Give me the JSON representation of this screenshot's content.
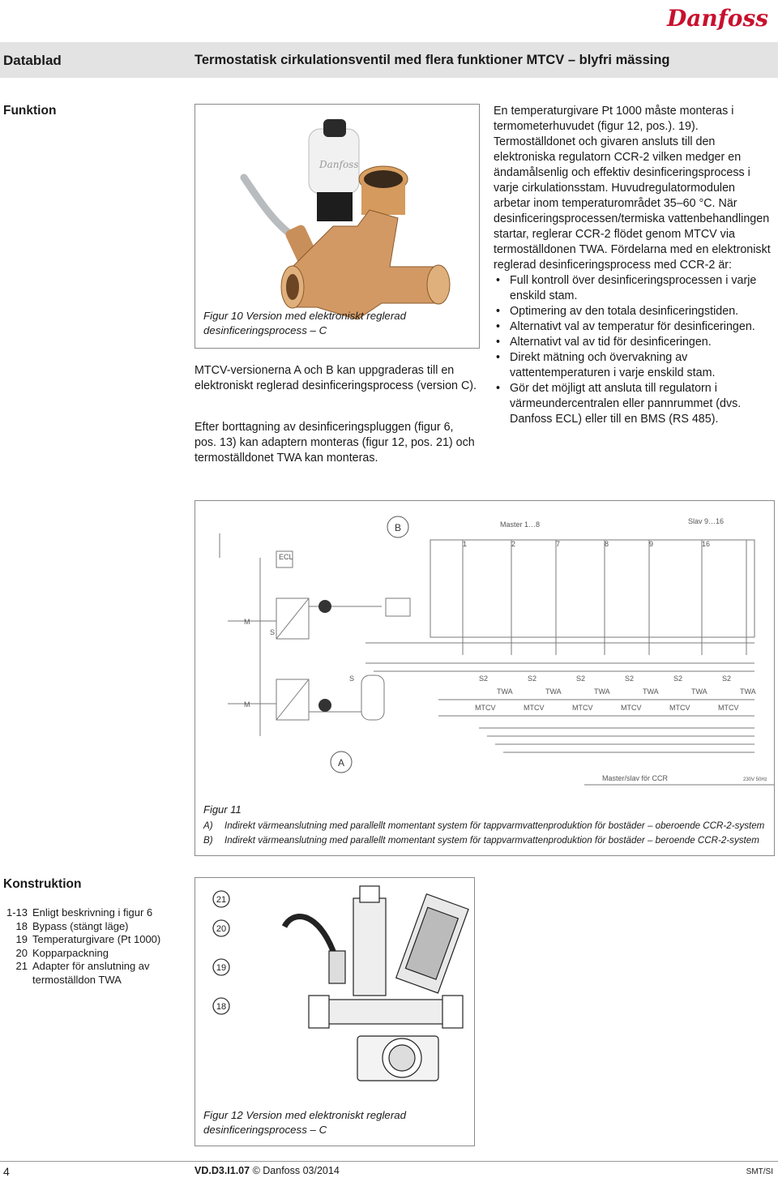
{
  "brand": {
    "logo": "Danfoss",
    "color": "#c8102e"
  },
  "header": {
    "left": "Datablad",
    "title": "Termostatisk cirkulationsventil med flera funktioner MTCV – blyfri mässing"
  },
  "funktion": {
    "section_title": "Funktion",
    "fig10_caption": "Figur 10 Version med elektroniskt reglerad desinficeringsprocess – C",
    "para1": "MTCV-versionerna A och B kan uppgraderas till en elektroniskt reglerad desinficeringsprocess (version C).",
    "para2": "Efter borttagning av desinficeringspluggen (figur 6, pos. 13) kan adaptern monteras (figur 12, pos. 21) och termoställdonet TWA kan monteras.",
    "right_para": "En temperaturgivare Pt 1000 måste monteras i termometerhuvudet (figur 12, pos.). 19). Termoställdonet och givaren ansluts till den elektroniska regulatorn CCR-2 vilken medger en ändamålsenlig och effektiv desinficeringsprocess i varje cirkulationsstam. Huvudregulatormodulen arbetar inom temperaturområdet 35–60 °C. När desinficeringsprocessen/termiska vattenbehandlingen startar, reglerar CCR-2 flödet genom MTCV via termoställdonen TWA. Fördelarna med en elektroniskt reglerad desinficeringsprocess med CCR-2 är:",
    "bullets": [
      "Full kontroll över desinficeringsprocessen i varje enskild stam.",
      "Optimering av den totala desinficeringstiden.",
      "Alternativt val av temperatur för desinficeringen.",
      "Alternativt val av tid för desinficeringen.",
      "Direkt mätning och övervakning av vattentemperaturen i varje enskild stam.",
      "Gör det möjligt att ansluta till regulatorn i värmeundercentralen eller pannrummet (dvs. Danfoss ECL) eller till en BMS (RS 485)."
    ]
  },
  "figure11": {
    "label_B": "B",
    "label_A": "A",
    "master": "Master  1…8",
    "slave": "Slav  9…16",
    "riser_numbers": [
      "1",
      "2",
      "7",
      "8",
      "9",
      "16"
    ],
    "ecl": "ECL",
    "master_slave_ccr": "Master/slav för CCR",
    "voltage": "230V 50Hz",
    "twa": "TWA",
    "mtcv": "MTCV",
    "s2": "S2",
    "s": "S",
    "m": "M",
    "caption_title": "Figur 11",
    "caption_A": "Indirekt värmeanslutning med parallellt momentant system för tappvarmvattenproduktion för bostäder – oberoende CCR-2-system",
    "caption_B": "Indirekt värmeanslutning med parallellt momentant system för tappvarmvattenproduktion för bostäder – beroende CCR-2-system",
    "caption_A_label": "A)",
    "caption_B_label": "B)"
  },
  "konstruktion": {
    "section_title": "Konstruktion",
    "items": [
      {
        "num": "1-13",
        "text": "Enligt beskrivning i figur 6"
      },
      {
        "num": "18",
        "text": "Bypass (stängt läge)"
      },
      {
        "num": "19",
        "text": "Temperaturgivare (Pt 1000)"
      },
      {
        "num": "20",
        "text": "Kopparpackning"
      },
      {
        "num": "21",
        "text": "Adapter för anslutning av"
      },
      {
        "num": "",
        "text": "termoställdon TWA"
      }
    ],
    "callouts": [
      "21",
      "20",
      "19",
      "18"
    ],
    "fig12_caption": "Figur 12  Version med elektroniskt reglerad desinficeringsprocess – C"
  },
  "footer": {
    "page_number": "4",
    "doc_code": "VD.D3.I1.07",
    "copyright": "© Danfoss 03/2014",
    "right_code": "SMT/SI"
  }
}
